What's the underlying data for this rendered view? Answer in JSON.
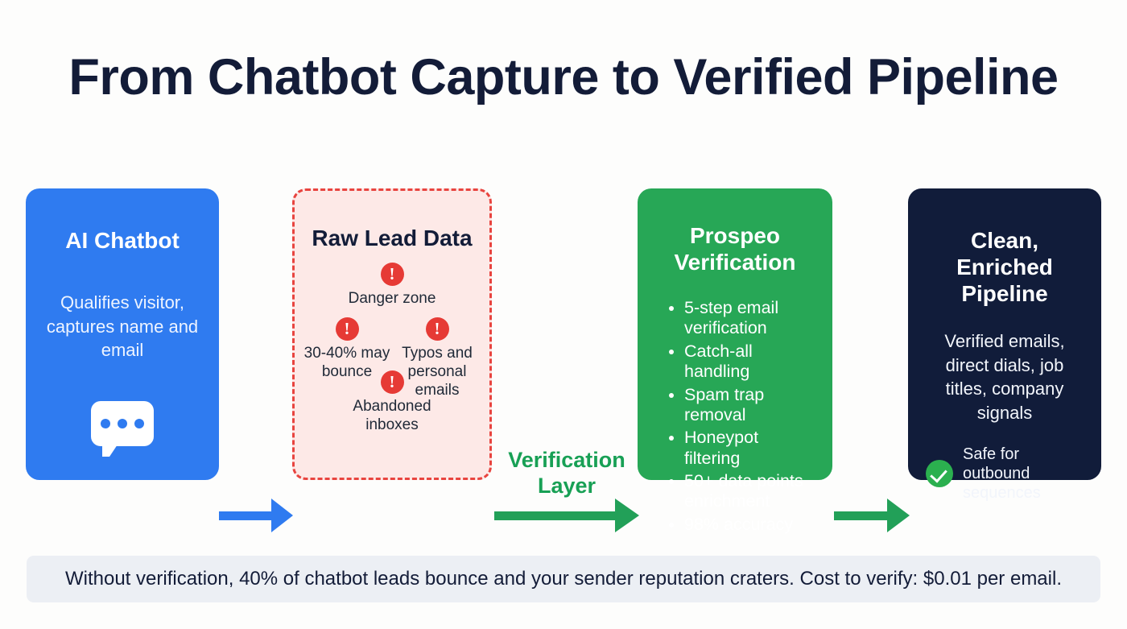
{
  "page": {
    "title": "From Chatbot Capture to Verified Pipeline",
    "background_color": "#fdfdfc",
    "title_color": "#131c38"
  },
  "cards": {
    "chatbot": {
      "title": "AI Chatbot",
      "body": "Qualifies visitor, captures name and email",
      "icon": "chat-bubble-icon",
      "background_color": "#2f7bf0",
      "text_color": "#ffffff"
    },
    "raw_lead": {
      "title": "Raw Lead Data",
      "background_color": "#fde9e7",
      "border_color": "#e8443f",
      "text_color": "#131c38",
      "warning_glyph": "!",
      "items": [
        {
          "label": "Danger zone",
          "icon": "warning-icon"
        },
        {
          "label": "30-40% may bounce",
          "icon": "warning-icon"
        },
        {
          "label": "Typos and personal emails",
          "icon": "warning-icon"
        },
        {
          "label": "Abandoned inboxes",
          "icon": "warning-icon"
        }
      ]
    },
    "prospeo": {
      "title": "Prospeo Verification",
      "background_color": "#27a756",
      "text_color": "#ffffff",
      "features": [
        "5-step email verification",
        "Catch-all handling",
        "Spam trap removal",
        "Honeypot filtering",
        "50+ data points enrichment",
        "98% accuracy"
      ]
    },
    "pipeline": {
      "title": "Clean, Enriched Pipeline",
      "body": "Verified emails, direct dials, job titles, company signals",
      "badge": {
        "icon": "check-circle-icon",
        "label": "Safe for outbound sequences",
        "color": "#2bb04f"
      },
      "background_color": "#111c3a",
      "text_color": "#ffffff"
    }
  },
  "connectors": {
    "arrow_1": {
      "icon": "arrow-right-icon",
      "color": "#2f7bf0"
    },
    "arrow_2": {
      "icon": "arrow-right-icon",
      "color": "#22a058",
      "label": "Verification Layer",
      "label_color": "#18a055"
    },
    "arrow_3": {
      "icon": "arrow-right-icon",
      "color": "#22a058"
    }
  },
  "footer": {
    "text": "Without verification, 40% of chatbot leads bounce and your sender reputation craters. Cost to verify: $0.01 per email.",
    "background_color": "#eceff4",
    "text_color": "#131c38"
  }
}
